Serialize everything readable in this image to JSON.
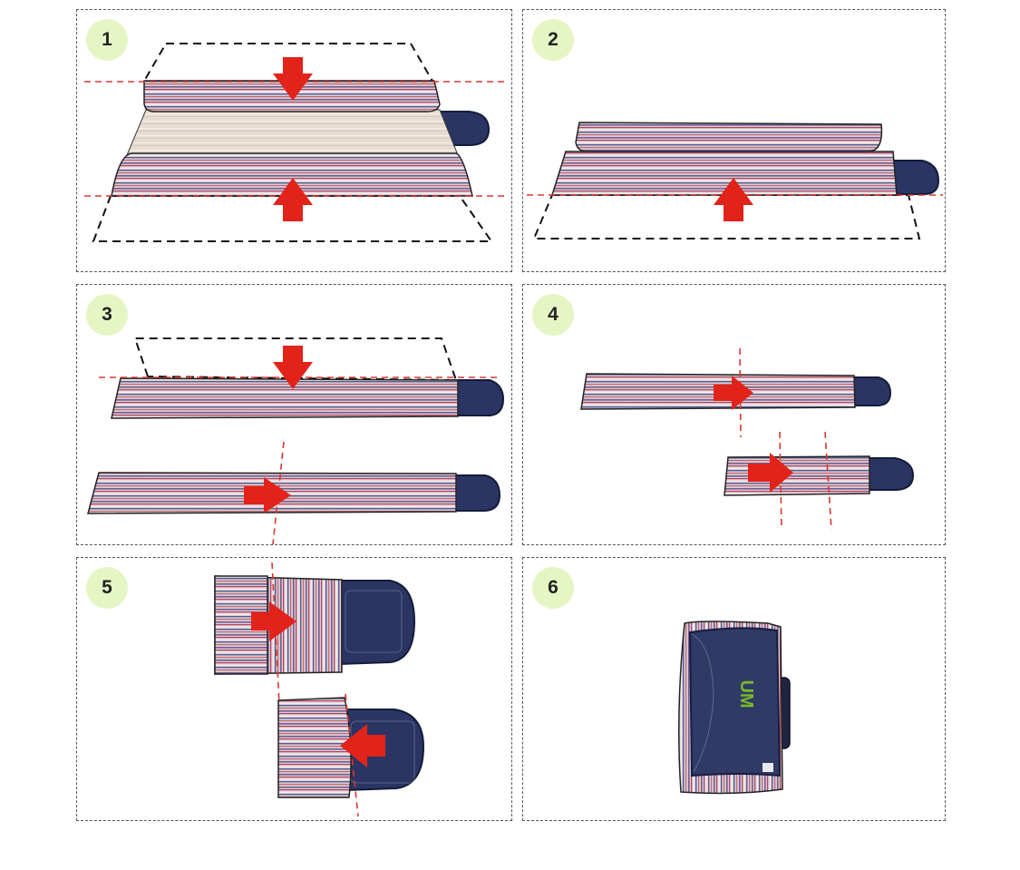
{
  "colors": {
    "arrow": "#e2231a",
    "guide": "#d9382e",
    "outline": "#111111",
    "stripe_base": "#d8c8d6",
    "navy": "#2a3563",
    "badge_bg": "#e6f5c4",
    "logo_green": "#7ab929"
  },
  "steps": [
    {
      "number": "1",
      "icon": "fold-edges-inward"
    },
    {
      "number": "2",
      "icon": "fold-bottom-up"
    },
    {
      "number": "3",
      "icon": "fold-top-down-then-fold-lengthwise"
    },
    {
      "number": "4",
      "icon": "fold-in-thirds"
    },
    {
      "number": "5",
      "icon": "fold-into-flap"
    },
    {
      "number": "6",
      "icon": "folded-mat-with-strap"
    }
  ],
  "logo": {
    "text": "UM"
  }
}
